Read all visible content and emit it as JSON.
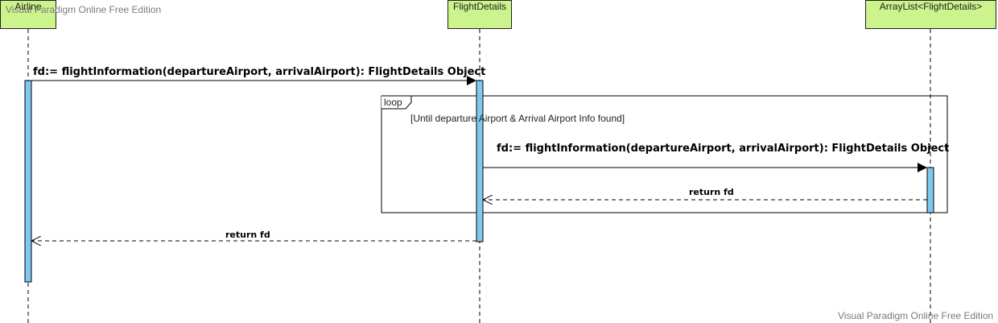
{
  "lifelines": [
    {
      "name": "Airline"
    },
    {
      "name": "FlightDetails"
    },
    {
      "name": "ArrayList<FlightDetails>"
    }
  ],
  "messages": {
    "m1": "fd:= flightInformation(departureAirport, arrivalAirport): FlightDetails Object",
    "m2": "fd:= flightInformation(departureAirport, arrivalAirport): FlightDetails Object",
    "r1": "return fd",
    "r2": "return fd"
  },
  "loop": {
    "operator": "loop",
    "guard": "[Until departure Airport & Arrival Airport Info found]"
  },
  "watermark": {
    "top": "Visual Paradigm Online Free Edition",
    "bottom": "Visual Paradigm Online Free Edition"
  },
  "colors": {
    "lifeline_head": "#ccf38c",
    "activation": "#7fc8ef",
    "line": "#000000"
  }
}
